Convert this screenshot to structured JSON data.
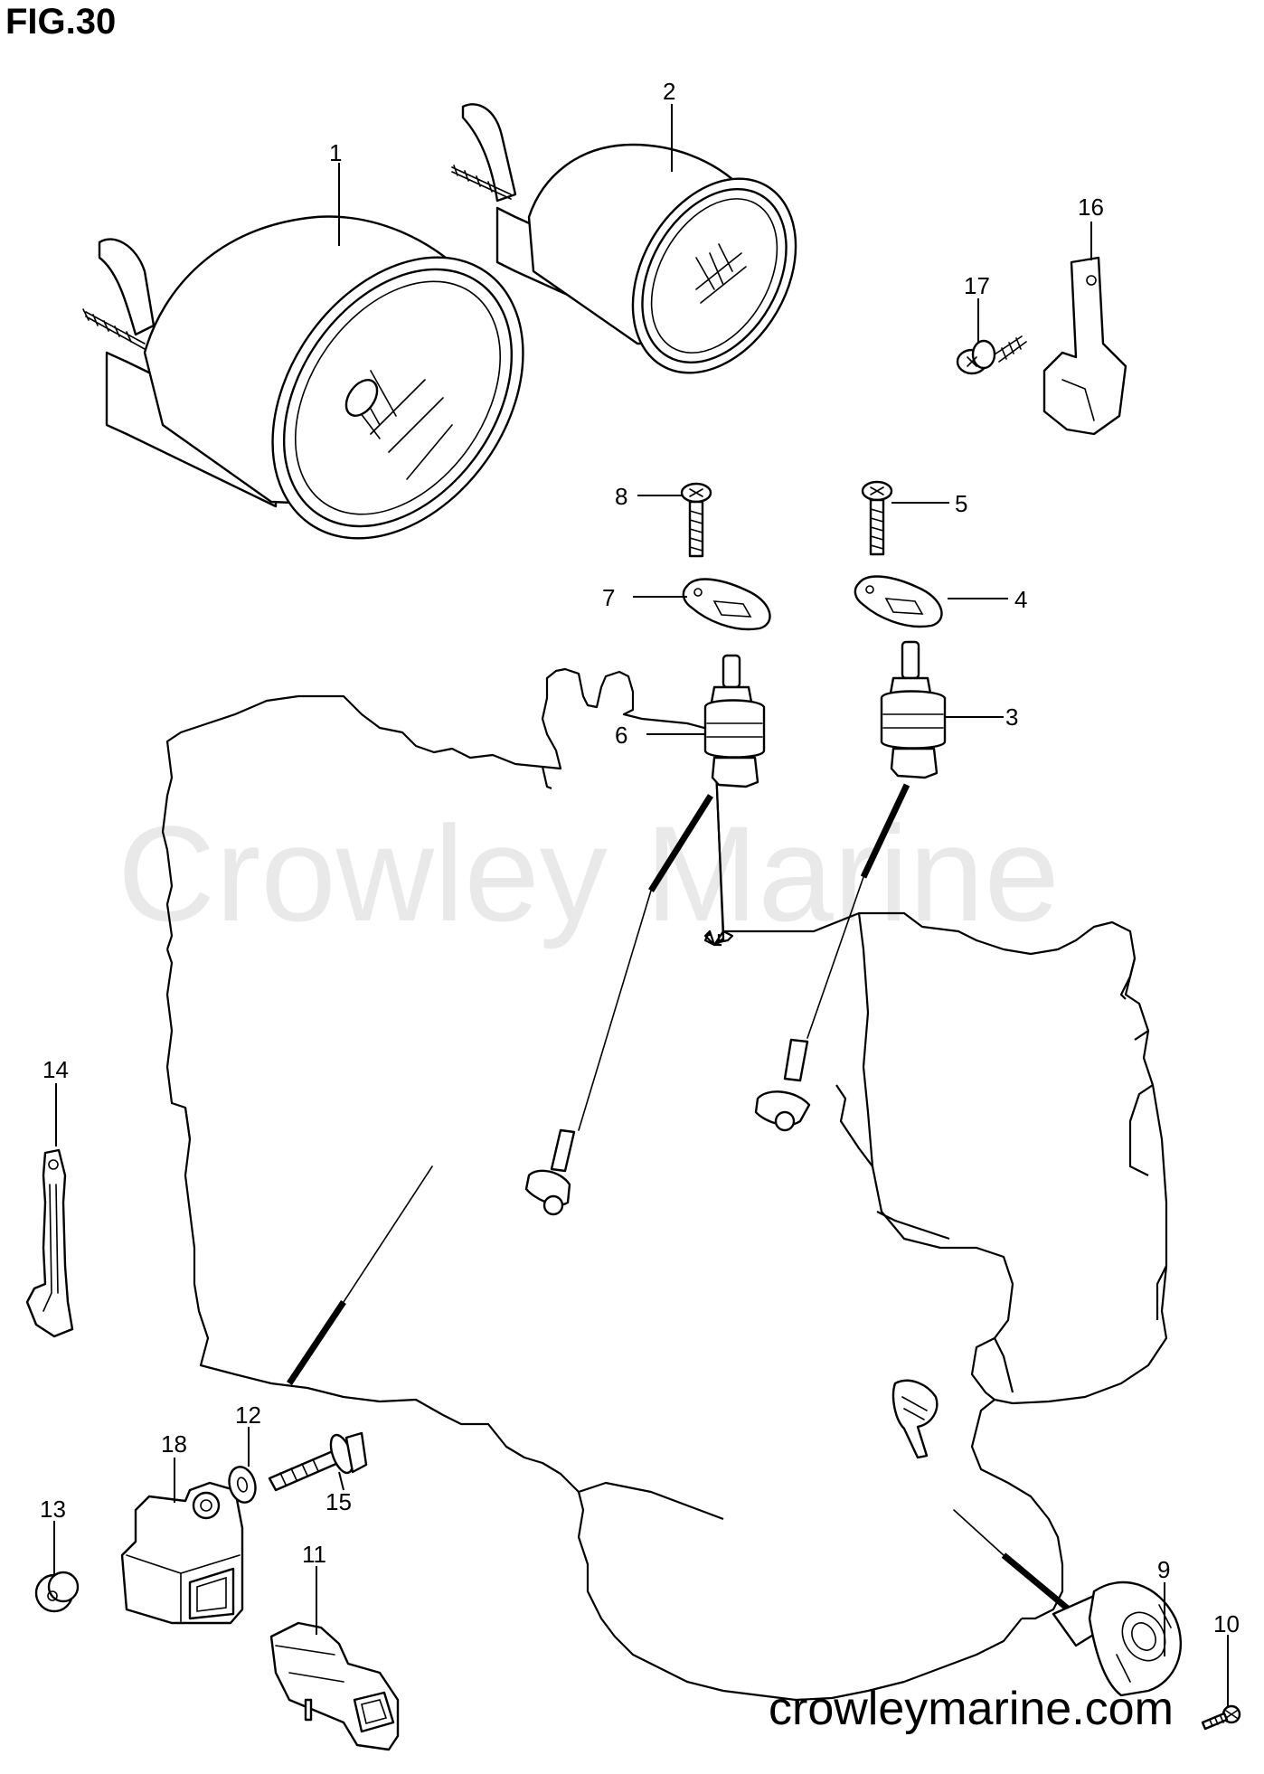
{
  "figure": {
    "title": "FIG.30",
    "watermark": "Crowley Marine",
    "footer_url": "crowleymarine.com"
  },
  "callouts": [
    {
      "id": "1",
      "label": "1"
    },
    {
      "id": "2",
      "label": "2"
    },
    {
      "id": "3",
      "label": "3"
    },
    {
      "id": "4",
      "label": "4"
    },
    {
      "id": "5",
      "label": "5"
    },
    {
      "id": "6",
      "label": "6"
    },
    {
      "id": "7",
      "label": "7"
    },
    {
      "id": "8",
      "label": "8"
    },
    {
      "id": "9",
      "label": "9"
    },
    {
      "id": "10",
      "label": "10"
    },
    {
      "id": "11",
      "label": "11"
    },
    {
      "id": "12",
      "label": "12"
    },
    {
      "id": "13",
      "label": "13"
    },
    {
      "id": "14",
      "label": "14"
    },
    {
      "id": "15",
      "label": "15"
    },
    {
      "id": "16",
      "label": "16"
    },
    {
      "id": "17",
      "label": "17"
    },
    {
      "id": "18",
      "label": "18"
    }
  ]
}
